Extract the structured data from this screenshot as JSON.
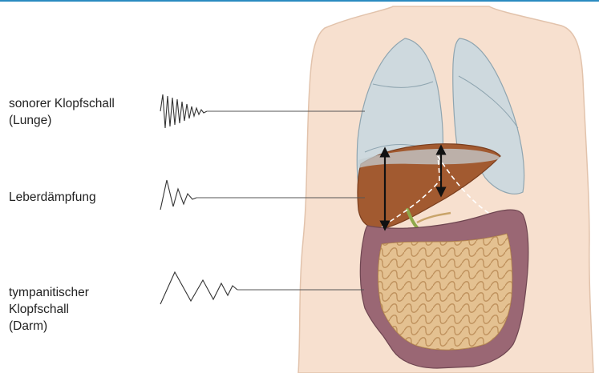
{
  "labels": {
    "lung": "sonorer Klopfschall\n(Lunge)",
    "liver": "Leberdämpfung",
    "bowel": "tympanitischer\nKlopfschall\n(Darm)"
  },
  "colors": {
    "rule": "#2a8bc0",
    "skin": "#f7e0cf",
    "lung": "#c9d8df",
    "liver": "#a25a30",
    "colon": "#9a6774",
    "small_intestine": "#e4c191",
    "leader_line": "#555555",
    "arrow": "#111111"
  },
  "waveforms": [
    {
      "target": "lung",
      "type": "dense-decaying"
    },
    {
      "target": "liver",
      "type": "short-damped"
    },
    {
      "target": "bowel",
      "type": "sustained-zigzag"
    }
  ]
}
